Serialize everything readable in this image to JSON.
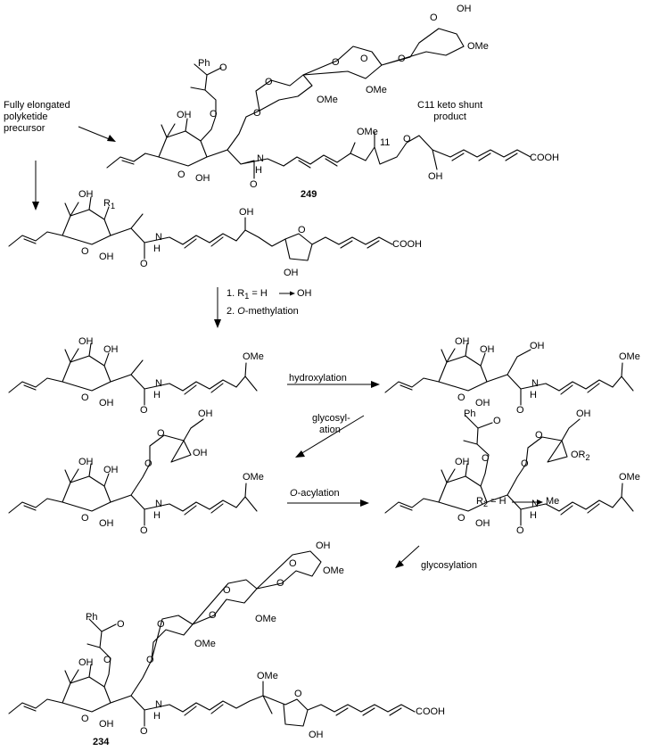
{
  "compounds": {
    "shunt": {
      "number": "249",
      "caption_line1": "C11 keto shunt",
      "caption_line2": "product",
      "locant": "11"
    },
    "final": {
      "number": "234"
    }
  },
  "precursor": {
    "line1": "Fully elongated",
    "line2": "polyketide",
    "line3": "precursor"
  },
  "steps": {
    "step1_line1": "1. R",
    "step1_sub": "1",
    "step1_rest": " = H",
    "step1_oh": "OH",
    "step1_line2_num": "2. ",
    "step1_line2_ital": "O",
    "step1_line2_rest": "-methylation",
    "hydroxylation": "hydroxylation",
    "glycosylation1_line1": "glycosyl-",
    "glycosylation1_line2": "ation",
    "oacyl_ital": "O",
    "oacyl_rest": "-acylation",
    "r2_text": "R",
    "r2_sub": "2",
    "r2_rest": " = H",
    "r2_me": "Me",
    "glycosylation2": "glycosylation"
  },
  "atom_labels": {
    "ph": "Ph",
    "oh": "OH",
    "ome": "OMe",
    "o": "O",
    "h": "H",
    "n": "N",
    "r1": "R",
    "r1_sub": "1",
    "or2": "OR",
    "or2_sub": "2",
    "cooh": "COOH"
  }
}
